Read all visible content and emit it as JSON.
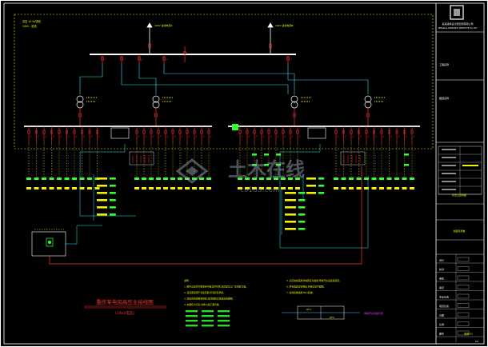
{
  "drawing": {
    "title": "重庆某电房高压主接线图",
    "subtitle": "(10kV电压)",
    "note_label_tl": "高压 10 kV进线",
    "note_label_tl2": "10kV - 进线",
    "incoming_a": "10kV 进线电源A",
    "incoming_b": "10kV 进线电源B",
    "notes_left": [
      "说明:",
      "1. 图中高压开关柜采用中置式开关柜,具体型号以厂家资料为准。",
      "2. 变压器采用干式变压器,带温控及风机。",
      "3. 低压母线采用铜母线,具体规格详见低压系统图。",
      "4. 本图仅为示意,具体以施工图为准。"
    ],
    "notes_right": [
      "5. 高压进线采用双电源互为备用,母联开关设自投装置。",
      "6. 所有电缆穿管敷设,管径详见平面图。",
      "7. 接地系统采用TN-S系统。"
    ],
    "legend_labels": [
      "QF1",
      "QF2"
    ],
    "legend_note": "母联开关闭锁示意"
  },
  "watermark": {
    "main": "土木在线",
    "sub": "co188.com"
  },
  "title_block": {
    "company": "某某建筑设计研究院有限公司",
    "company_sub": "DESIGN & RESEARCH INSTITUTE CO.,LTD",
    "project_label": "工程名称",
    "sheet_label": "图纸名称",
    "sheet_name": "高压主接线图",
    "stamp": "出图专用章",
    "fields": [
      "设计",
      "校对",
      "审核",
      "审定",
      "专业负责",
      "项目负责",
      "日期",
      "比例",
      "图号"
    ],
    "values": [
      "",
      "",
      "",
      "",
      "",
      "",
      "",
      "",
      "电施-01"
    ],
    "page_no": "A3"
  },
  "colors": {
    "background": "#000000",
    "frame": "#ffffff",
    "busbar": "#ffffff",
    "feeder": "#ff3333",
    "cable": "#33e0ff",
    "yellow": "#f2f200",
    "green": "#33ff33",
    "magenta": "#ff33ff",
    "title_red": "#ff3030",
    "watermark": "#9fb4c8"
  }
}
